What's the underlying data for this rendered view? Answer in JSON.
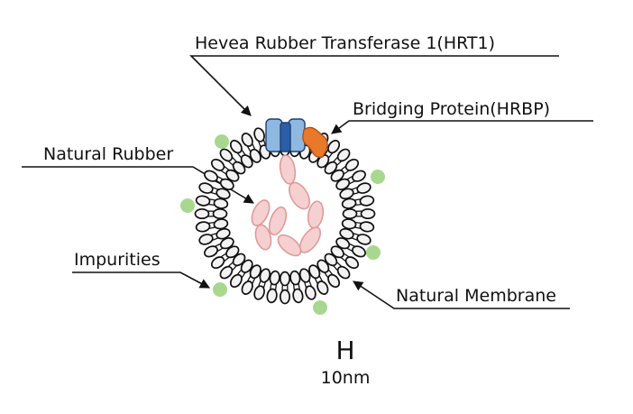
{
  "labels": {
    "hrt1": "Hevea Rubber Transferase 1(HRT1)",
    "hrbp": "Bridging Protein(HRBP)",
    "natural_rubber": "Natural Rubber",
    "impurities": "Impurities",
    "membrane": "Natural Membrane"
  },
  "scale_bar": {
    "glyph": "H",
    "value": "10nm"
  },
  "colors": {
    "hrt1_protein": "#8fb8e0",
    "hrt1_core": "#2a5fa8",
    "hrbp_protein": "#e8782a",
    "impurity": "#a8d890",
    "rubber_fill": "#f5d0d0",
    "rubber_stroke": "#e09a9a",
    "lipid_head_fill": "#f2f2f2",
    "lipid_stroke": "#111111"
  }
}
